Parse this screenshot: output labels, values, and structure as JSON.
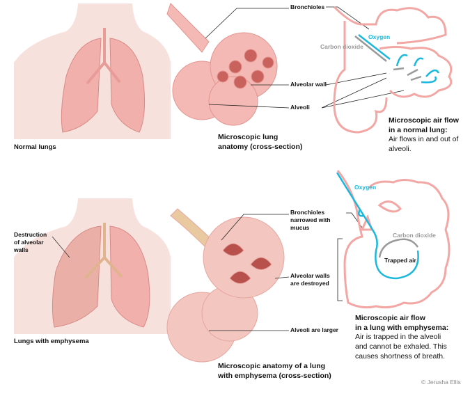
{
  "colors": {
    "tissue": "#f3a7a4",
    "skin": "#f7e1dc",
    "oxygen": "#1bb8dc",
    "carbon_dioxide": "#9a9a9a"
  },
  "top": {
    "normal_lungs_caption": "Normal lungs",
    "anatomy_caption": [
      "Microscopic lung",
      "anatomy (cross-section)"
    ],
    "labels": {
      "bronchioles": "Bronchioles",
      "alveolar_wall": "Alveolar wall",
      "alveoli": "Alveoli"
    },
    "airflow": {
      "oxygen": "Oxygen",
      "carbon_dioxide": "Carbon dioxide"
    },
    "airflow_caption": [
      "Microscopic air flow",
      "in a normal lung:"
    ],
    "airflow_text": [
      "Air flows in and out of",
      "alveoli."
    ]
  },
  "bottom": {
    "destruction_label": [
      "Destruction",
      "of alveolar",
      "walls"
    ],
    "emphysema_caption": "Lungs with emphysema",
    "anatomy_caption": [
      "Microscopic anatomy of a lung",
      "with emphysema (cross-section)"
    ],
    "labels": {
      "bronchioles": [
        "Bronchioles",
        "narrowed with",
        "mucus"
      ],
      "alveolar_walls": [
        "Alveolar walls",
        "are destroyed"
      ],
      "alveoli_larger": "Alveoli are larger"
    },
    "airflow": {
      "oxygen": "Oxygen",
      "carbon_dioxide": "Carbon dioxide",
      "trapped_air": "Trapped air"
    },
    "airflow_caption": [
      "Microscopic air flow",
      "in a lung with emphysema:"
    ],
    "airflow_text": [
      "Air is trapped in the alveoli",
      "and cannot be exhaled. This",
      "causes shortness of breath."
    ]
  },
  "copyright": "© Jerusha Ellis"
}
